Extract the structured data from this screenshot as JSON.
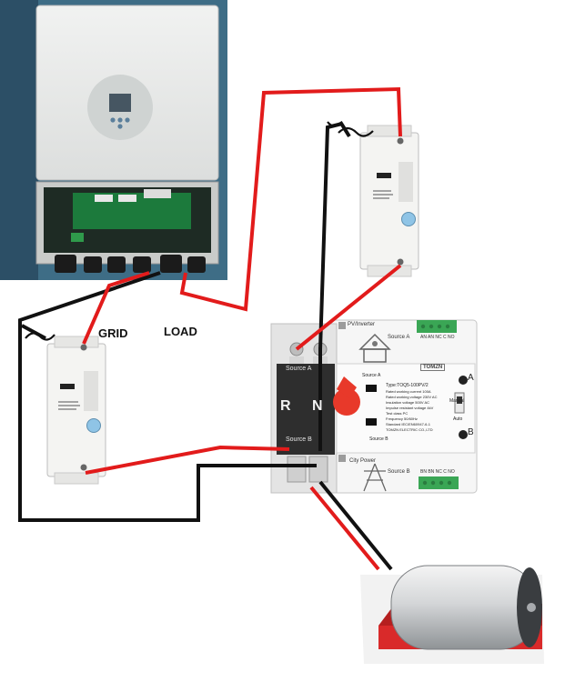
{
  "labels": {
    "grid": "GRID",
    "load": "LOAD"
  },
  "ats": {
    "pv_inverter": "PV/Inverter",
    "source_a_top": "Source A",
    "source_b_bottom": "Source B",
    "city_power": "City Power",
    "brand": "TOMZN",
    "type_line": "Type:TOQ5-100PV/2",
    "rated_current": "Rated working current   100A",
    "rated_voltage": "Rated working voltage 230V AC",
    "insulation": "Insulation voltage   500V AC",
    "impulse": "Impulse resistant voltage   4kV",
    "test_level": "Test class   PC",
    "frequency": "Frequency   50/60Hz",
    "standard": "Standard   IEC/EN60947-6-1",
    "company": "TOMZN ELECTRIC  CO.,LTD",
    "pole_r": "R",
    "pole_n": "N",
    "ind_a": "A",
    "ind_b": "B",
    "manual": "Manual",
    "auto": "Auto",
    "source_a_handle": "Source A",
    "source_b_handle": "Source B",
    "src_a_terminal": "AN AN NC C NO",
    "src_b_terminal": "BN BN NC C NO"
  },
  "colors": {
    "wire_red": "#e21b1b",
    "wire_black": "#111111",
    "handle_red": "#e8392a",
    "terminal_green": "#3aa655",
    "meter_blue": "#8fc4e6"
  },
  "icons": [
    "inverter-display-icon",
    "house-icon",
    "pylon-icon",
    "water-heater-icon"
  ]
}
